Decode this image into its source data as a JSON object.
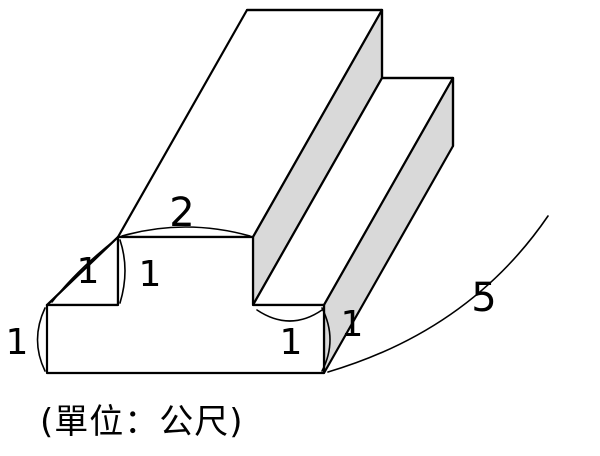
{
  "labels": {
    "top_width": "2",
    "step_height_upper": "1",
    "step_depth_upper": "1",
    "base_height_left": "1",
    "front_lower_width": "1",
    "front_lower_height": "1",
    "length": "5"
  },
  "caption": "(單位：公尺)"
}
